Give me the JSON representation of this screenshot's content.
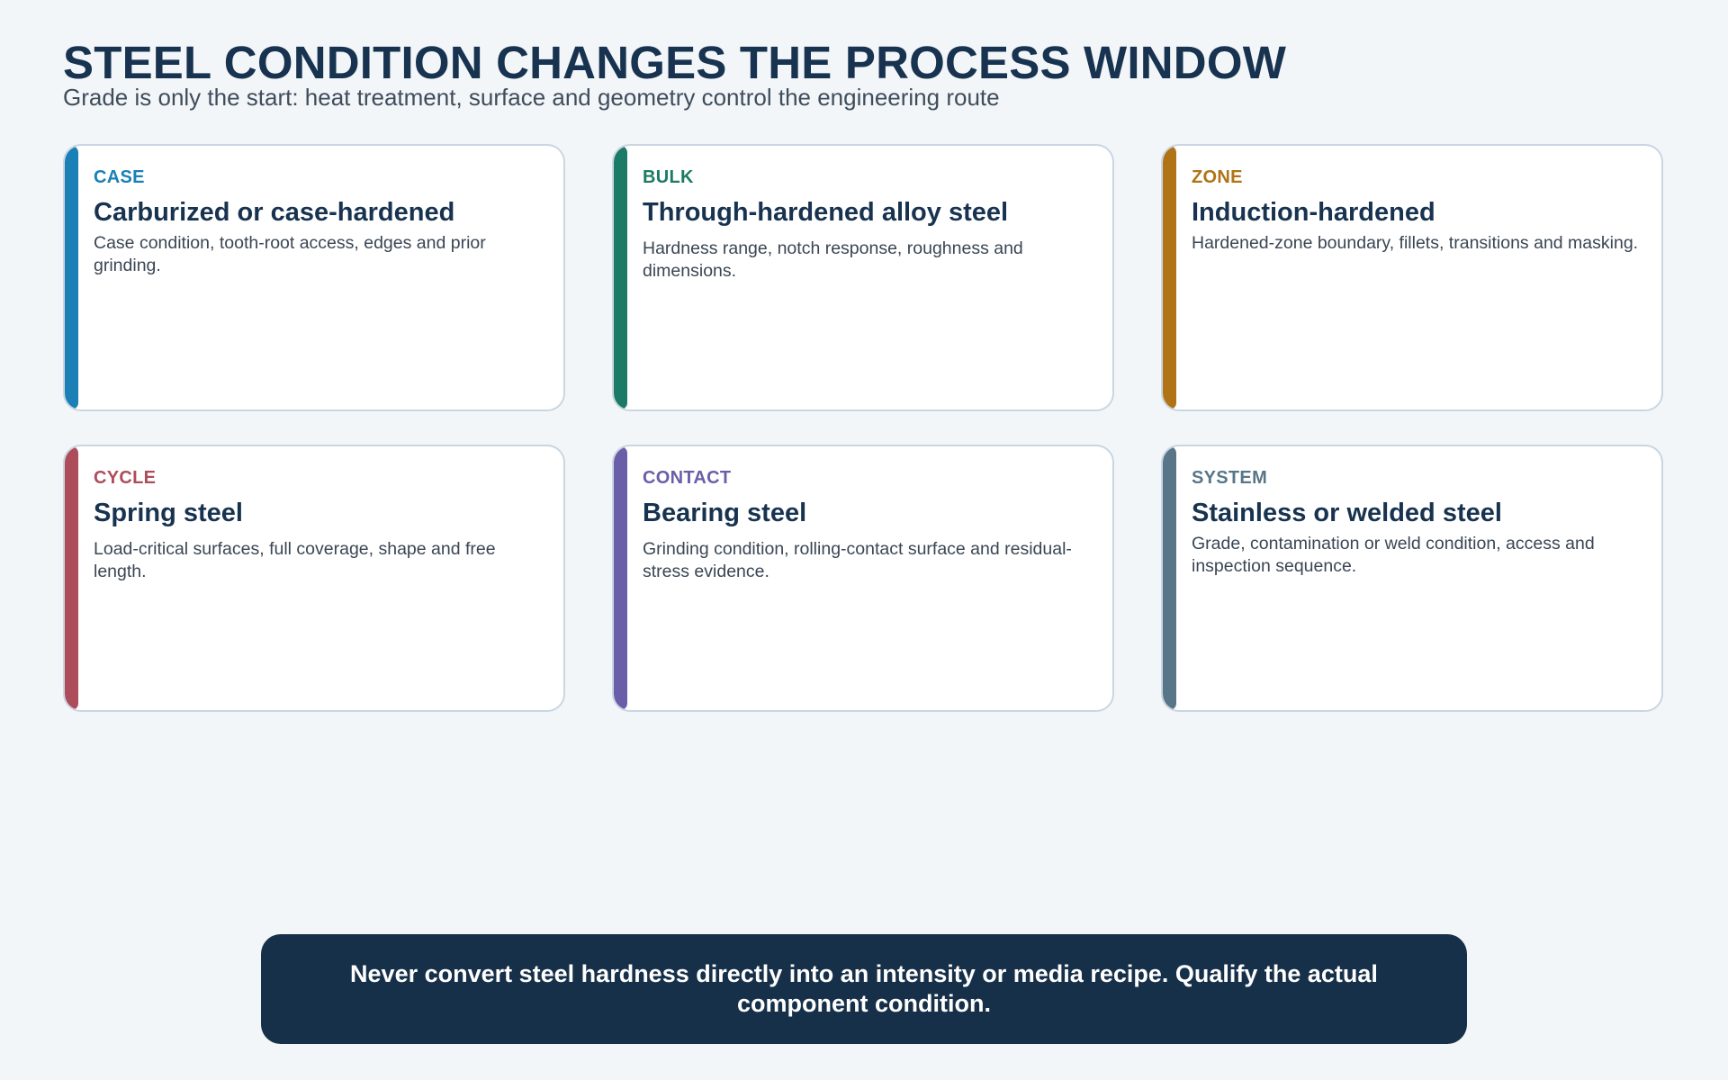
{
  "header": {
    "title": "STEEL CONDITION CHANGES THE PROCESS WINDOW",
    "subtitle": "Grade is only the start: heat treatment, surface and geometry control the engineering route"
  },
  "cards": [
    {
      "tag": "CASE",
      "title": "Carburized or case-hardened",
      "description": "Case condition, tooth-root access, edges and prior grinding.",
      "accent_color": "#1a80b5"
    },
    {
      "tag": "BULK",
      "title": "Through-hardened alloy steel",
      "description": "Hardness range, notch response, roughness and dimensions.",
      "accent_color": "#1b7b66"
    },
    {
      "tag": "ZONE",
      "title": "Induction-hardened",
      "description": "Hardened-zone boundary, fillets, transitions and masking.",
      "accent_color": "#b07417"
    },
    {
      "tag": "CYCLE",
      "title": "Spring steel",
      "description": "Load-critical surfaces, full coverage, shape and free length.",
      "accent_color": "#ad4c5b"
    },
    {
      "tag": "CONTACT",
      "title": "Bearing steel",
      "description": "Grinding condition, rolling-contact surface and residual-stress evidence.",
      "accent_color": "#6b5ea8"
    },
    {
      "tag": "SYSTEM",
      "title": "Stainless or welded steel",
      "description": "Grade, contamination or weld condition, access and inspection sequence.",
      "accent_color": "#587688"
    }
  ],
  "callout": {
    "text": "Never convert steel hardness directly into an intensity or media recipe. Qualify the actual component condition."
  }
}
